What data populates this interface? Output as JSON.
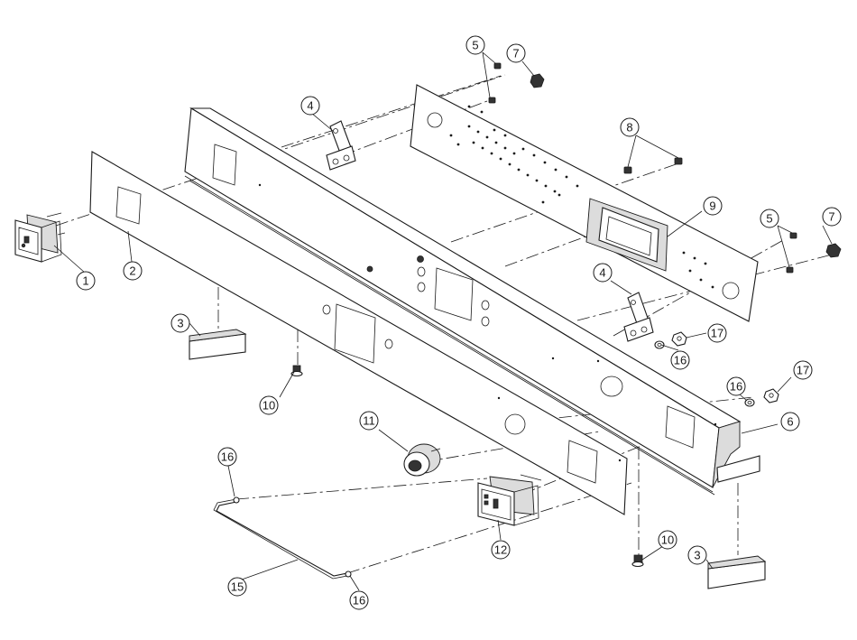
{
  "callouts": {
    "c1": "1",
    "c2": "2",
    "c3a": "3",
    "c3b": "3",
    "c4a": "4",
    "c4b": "4",
    "c5a": "5",
    "c5b": "5",
    "c6": "6",
    "c7a": "7",
    "c7b": "7",
    "c8": "8",
    "c9": "9",
    "c10a": "10",
    "c10b": "10",
    "c11": "11",
    "c12": "12",
    "c15": "15",
    "c16a": "16",
    "c16b": "16",
    "c16c": "16",
    "c16d": "16",
    "c17a": "17",
    "c17b": "17"
  }
}
